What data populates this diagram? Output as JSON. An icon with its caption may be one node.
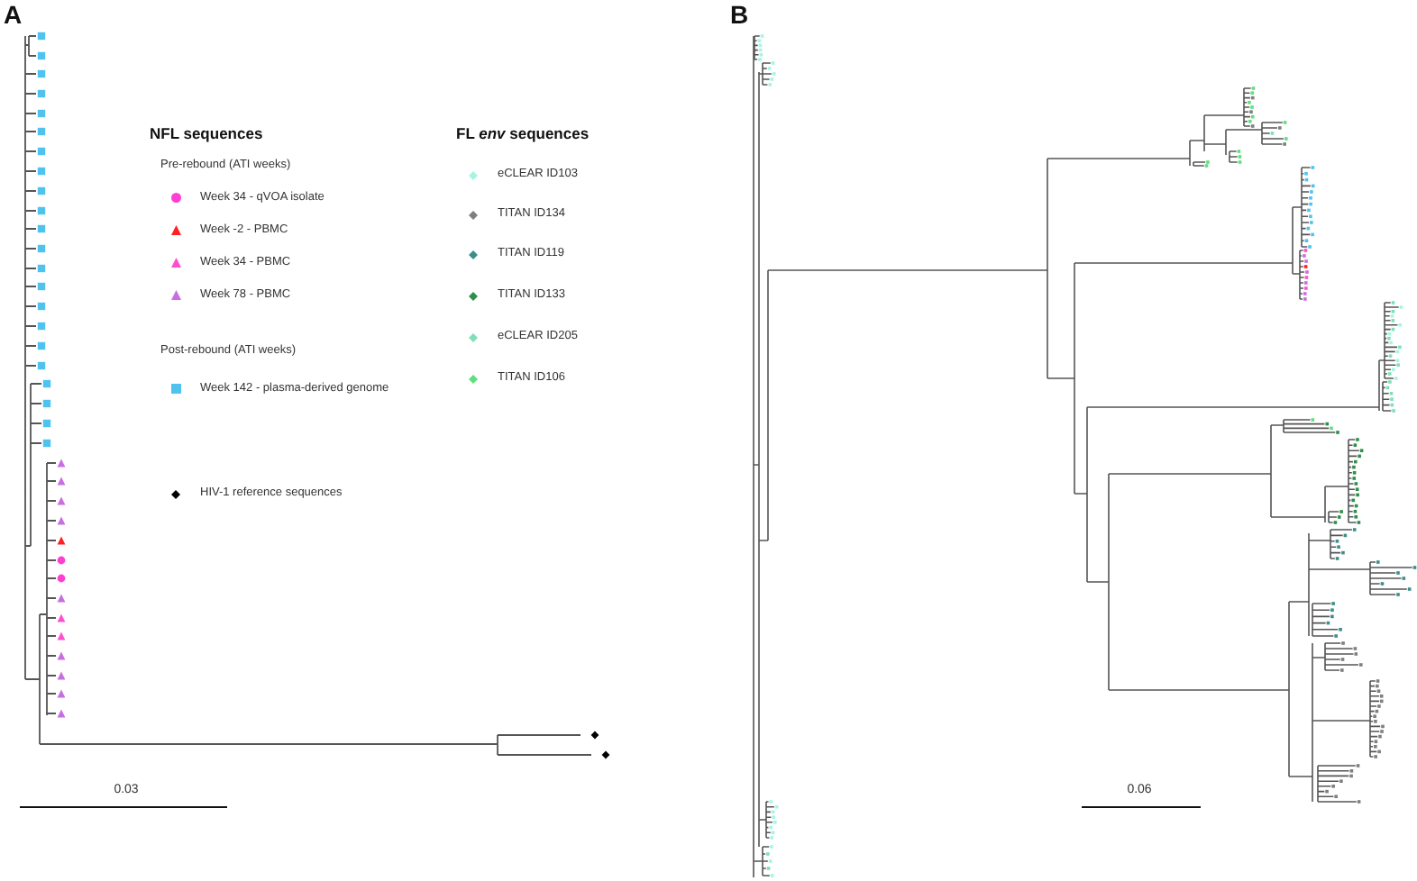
{
  "diagram": {
    "labels": [
      "A",
      "NFL sequences",
      "Pre-rebound (ATI weeks)",
      "Post-rebound (ATI weeks)",
      "FL *env* sequences",
      "B",
      "0.03",
      "0.06"
    ],
    "legend": [
      {
        "text": "Week 34 - qVOA isolate",
        "color": "#ff3fd2"
      },
      {
        "text": "Week -2 - PBMC",
        "color": "#ff2020"
      },
      {
        "text": "Week 34 - PBMC",
        "color": "#ff4fd0"
      },
      {
        "text": "Week 78 - PBMC",
        "color": "#c86ee0"
      },
      {
        "text": "Week 142 - plasma-derived genome",
        "color": "#4fc3ee"
      },
      {
        "text": "HIV-1 reference sequences",
        "color": "#000000"
      },
      {
        "text": "eCLEAR ID103",
        "color": "#a6f5e4"
      },
      {
        "text": "TITAN ID134",
        "color": "#7f7f7f"
      },
      {
        "text": "TITAN ID119",
        "color": "#3a8f8c"
      },
      {
        "text": "TITAN ID133",
        "color": "#2f8f4a"
      },
      {
        "text": "eCLEAR ID205",
        "color": "#7fe0b8"
      },
      {
        "text": "TITAN ID106",
        "color": "#5ee07e"
      }
    ]
  }
}
